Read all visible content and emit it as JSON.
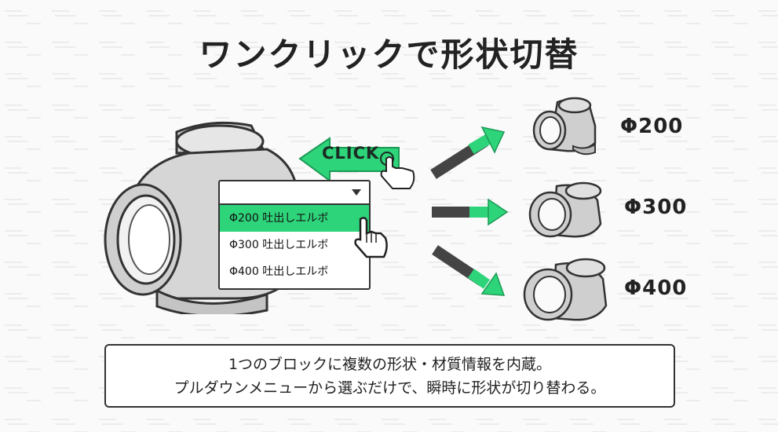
{
  "title": "ワンクリックで形状切替",
  "click_label": "CLICK",
  "dropdown": {
    "options": [
      {
        "label": "Φ200 吐出しエルボ",
        "selected": true
      },
      {
        "label": "Φ300 吐出しエルボ",
        "selected": false
      },
      {
        "label": "Φ400 吐出しエルボ",
        "selected": false
      }
    ]
  },
  "parts": [
    {
      "label": "Φ200",
      "icon": "tee-fitting-icon"
    },
    {
      "label": "Φ300",
      "icon": "elbow-fitting-icon"
    },
    {
      "label": "Φ400",
      "icon": "elbow-fitting-icon"
    }
  ],
  "caption": {
    "line1": "1つのブロックに複数の形状・材質情報を内蔵。",
    "line2": "プルダウンメニューから選ぶだけで、瞬時に形状が切り替わる。"
  },
  "colors": {
    "accent": "#2ed47a",
    "dark": "#333333",
    "pipe": "#d9d9d9"
  }
}
